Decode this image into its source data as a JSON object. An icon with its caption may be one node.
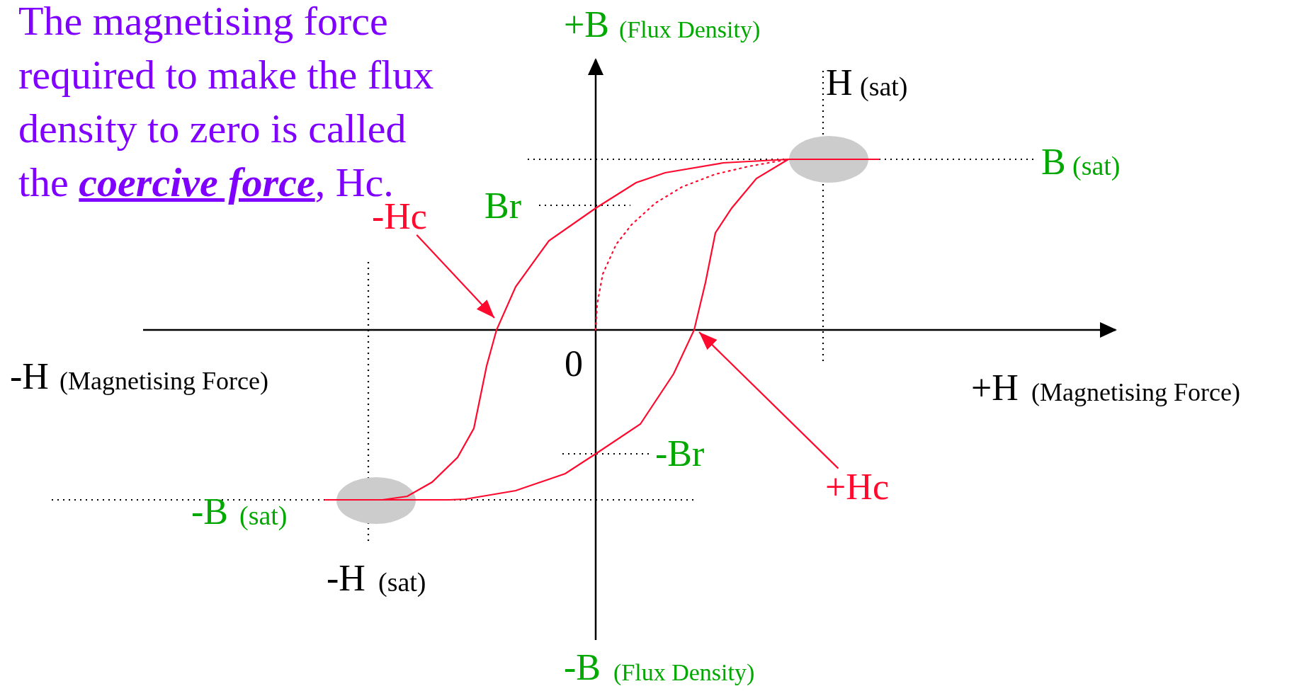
{
  "diagram": {
    "nodes": [
      {
        "text": [
          "-Hc"
        ]
      },
      {
        "text": [
          "+Hc"
        ]
      }
    ],
    "edges": [
      {
        "from": 0,
        "to": null,
        "arrow": "to"
      },
      {
        "from": 1,
        "to": null,
        "arrow": "to"
      }
    ],
    "labels": [
      "The magnetising force required to make the flux density to zero is called the **coercive force**, Hc.",
      "+B",
      "(Flux Density)",
      "H",
      "(sat)",
      "B",
      "(sat)",
      "Br",
      "-H",
      "(Magnetising Force)",
      "0",
      "+H",
      "(Magnetising Force)",
      "-Br",
      "-B",
      "(sat)",
      "-H",
      "(sat)",
      "-B",
      "(Flux Density)"
    ]
  }
}
